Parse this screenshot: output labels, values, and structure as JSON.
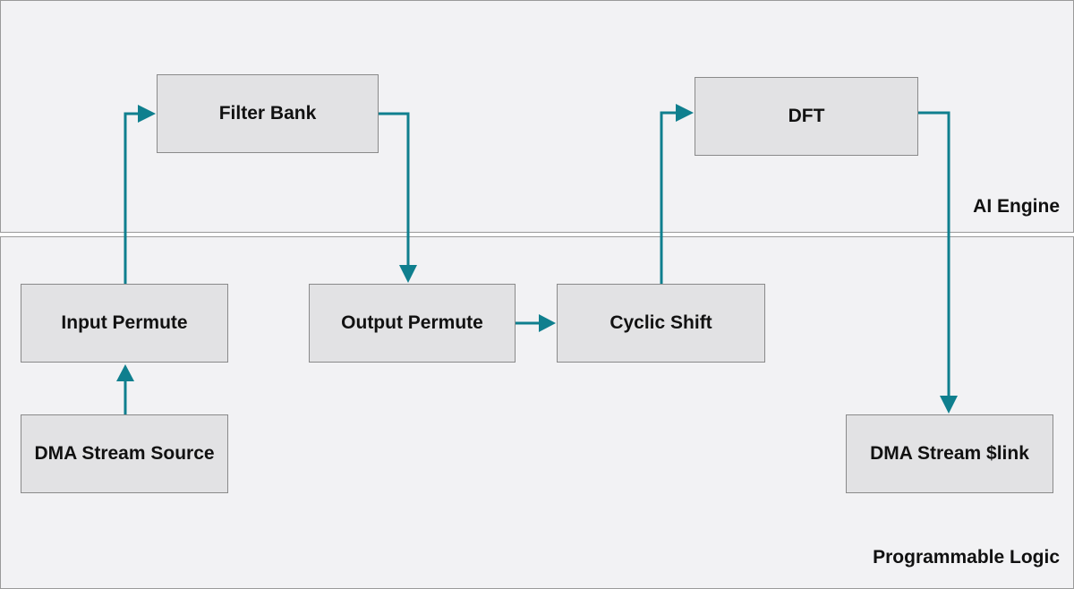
{
  "regions": {
    "ai_engine": {
      "label": "AI Engine"
    },
    "programmable_logic": {
      "label": "Programmable Logic"
    }
  },
  "blocks": {
    "filter_bank": "Filter Bank",
    "dft": "DFT",
    "input_permute": "Input Permute",
    "output_permute": "Output Permute",
    "cyclic_shift": "Cyclic Shift",
    "dma_source": "DMA Stream Source",
    "dma_sink": "DMA Stream $link"
  },
  "colors": {
    "arrow": "#0f7f8e",
    "region_fill": "#f2f2f4",
    "block_fill": "#e2e2e4"
  }
}
